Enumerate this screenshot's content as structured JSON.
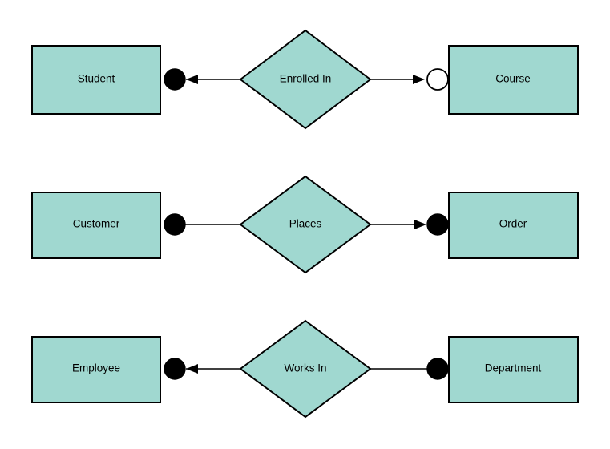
{
  "diagram": {
    "type": "entity-relationship-diagram",
    "background_color": "#FFFFFF",
    "shape_fill_color": "#A0D8D0",
    "shape_stroke_color": "#000000",
    "text_color": "#000000",
    "rows": [
      {
        "id": "row-1",
        "left_entity": "Student",
        "relationship": "Enrolled In",
        "right_entity": "Course",
        "left_marker": "filled-circle",
        "left_arrow": "arrow-toward-left-entity",
        "right_marker": "hollow-circle",
        "right_arrow": "arrow-toward-right-entity"
      },
      {
        "id": "row-2",
        "left_entity": "Customer",
        "relationship": "Places",
        "right_entity": "Order",
        "left_marker": "filled-circle",
        "left_arrow": "none",
        "right_marker": "filled-circle",
        "right_arrow": "arrow-toward-right-entity"
      },
      {
        "id": "row-3",
        "left_entity": "Employee",
        "relationship": "Works In",
        "right_entity": "Department",
        "left_marker": "filled-circle",
        "left_arrow": "arrow-toward-left-entity",
        "right_marker": "filled-circle",
        "right_arrow": "none"
      }
    ]
  }
}
